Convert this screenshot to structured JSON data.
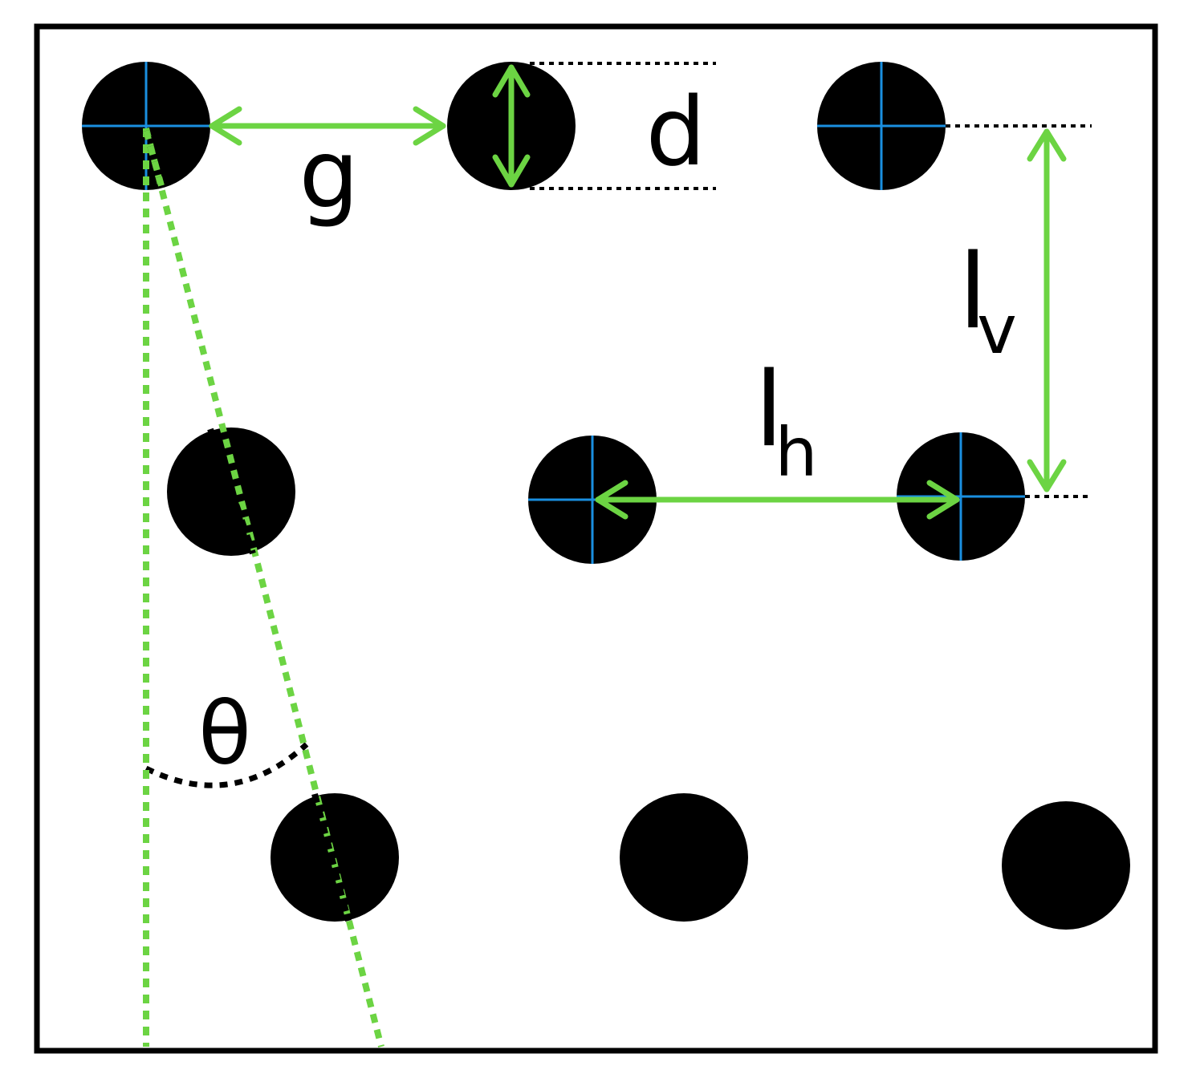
{
  "labels": {
    "g": "g",
    "d": "d",
    "l_v_main": "l",
    "l_v_sub": "v",
    "l_h_main": "l",
    "l_h_sub": "h",
    "theta": "θ"
  },
  "colors": {
    "frame": "#000000",
    "dot": "#000000",
    "crosshair": "#1a8fe0",
    "dimension": "#6cd443",
    "guide": "#000000",
    "background": "#ffffff"
  }
}
